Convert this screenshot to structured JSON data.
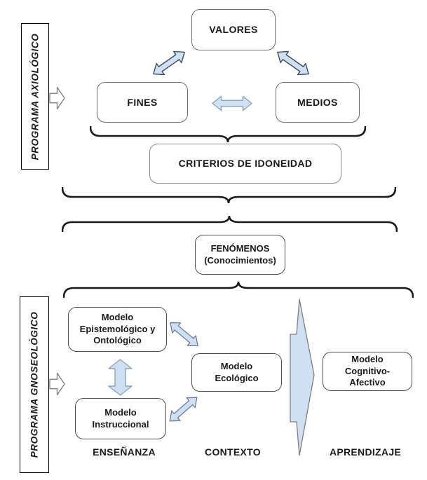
{
  "colors": {
    "background": "#ffffff",
    "arrow_fill": "#cfe0f3",
    "arrow_stroke_dark": "#3f4c5e",
    "arrow_stroke_medium": "#6b7f96",
    "arrow_stroke_light": "#8ba3bd",
    "box_border": "#6e6e6e",
    "brace_stroke": "#1a1a1a"
  },
  "sidebar_axiologico": {
    "label": "PROGRAMA AXIOLÓGICO"
  },
  "sidebar_gnoseologico": {
    "label": "PROGRAMA GNOSEOLÓGICO"
  },
  "axiological": {
    "valores": "VALORES",
    "fines": "FINES",
    "medios": "MEDIOS",
    "criterios": "CRITERIOS DE IDONEIDAD"
  },
  "fenomenos": {
    "title": "FENÓMENOS",
    "subtitle": "(Conocimientos)"
  },
  "gnoseological": {
    "modelo_epistemologico": {
      "l1": "Modelo",
      "l2": "Epistemológico y",
      "l3": "Ontológico"
    },
    "modelo_instruccional": {
      "l1": "Modelo",
      "l2": "Instruccional"
    },
    "modelo_ecologico": {
      "l1": "Modelo",
      "l2": "Ecológico"
    },
    "modelo_cognitivo": {
      "l1": "Modelo",
      "l2": "Cognitivo-",
      "l3": "Afectivo"
    },
    "col_ensenanza": "ENSEÑANZA",
    "col_contexto": "CONTEXTO",
    "col_aprendizaje": "APRENDIZAJE"
  }
}
